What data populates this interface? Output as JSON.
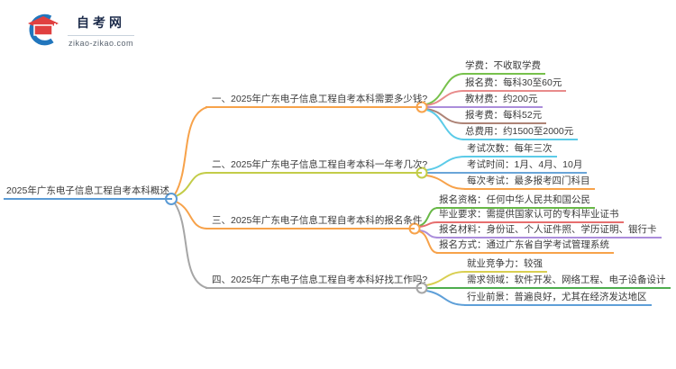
{
  "logo": {
    "title": "自考网",
    "domain": "zikao-zikao.com",
    "brand_navy": "#1c2b4a",
    "brand_blue": "#2176bd",
    "brand_red": "#e04040"
  },
  "mindmap": {
    "central": {
      "label": "2025年广东电子信息工程自考本科概述",
      "color": "#5b9bd5"
    },
    "branches": [
      {
        "label": "一、2025年广东电子信息工程自考本科需要多少钱?",
        "color": "#f7a24a",
        "children": [
          {
            "text": "学费：不收取学费",
            "color": "#77c14c"
          },
          {
            "text": "报名费：每科30至60元",
            "color": "#e88b8b"
          },
          {
            "text": "教材费：约200元",
            "color": "#ab8ddb"
          },
          {
            "text": "报考费：每科52元",
            "color": "#ad8376"
          },
          {
            "text": "总费用：约1500至2000元",
            "color": "#5bcbe8"
          }
        ]
      },
      {
        "label": "二、2025年广东电子信息工程自考本科一年考几次?",
        "color": "#c3cc48",
        "children": [
          {
            "text": "考试次数：每年三次",
            "color": "#5bcbe8"
          },
          {
            "text": "考试时间：1月、4月、10月",
            "color": "#6aa5d8"
          },
          {
            "text": "每次考试：最多报考四门科目",
            "color": "#f7a24a"
          }
        ]
      },
      {
        "label": "三、2025年广东电子信息工程自考本科的报名条件",
        "color": "#f7a24a",
        "children": [
          {
            "text": "报名资格：任何中华人民共和国公民",
            "color": "#68b847"
          },
          {
            "text": "毕业要求：需提供国家认可的专科毕业证书",
            "color": "#e66e6e"
          },
          {
            "text": "报名材料：身份证、个人证件照、学历证明、银行卡",
            "color": "#ab8ddb"
          },
          {
            "text": "报名方式：通过广东省自学考试管理系统",
            "color": "#f7a24a"
          }
        ]
      },
      {
        "label": "四、2025年广东电子信息工程自考本科好找工作吗?",
        "color": "#a6a6a6",
        "children": [
          {
            "text": "就业竞争力：较强",
            "color": "#d9cf52"
          },
          {
            "text": "需求领域：软件开发、网络工程、电子设备设计",
            "color": "#4ead4e"
          },
          {
            "text": "行业前景：普遍良好，尤其在经济发达地区",
            "color": "#5e9fd8"
          }
        ]
      }
    ]
  }
}
